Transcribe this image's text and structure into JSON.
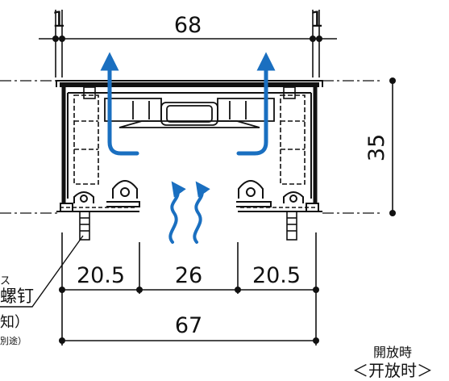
{
  "dimensions": {
    "top_left_gap": "1",
    "top_width": "68",
    "top_right_gap": "1",
    "height": "35",
    "seg_left": "20.5",
    "seg_middle": "26",
    "seg_right": "20.5",
    "bottom_width": "67"
  },
  "callout": {
    "line1": "ス",
    "line2": "螺钉",
    "line3": "知）",
    "line4": "別途）"
  },
  "caption": {
    "japanese": "開放時",
    "chinese": "＜开放时＞"
  },
  "colors": {
    "airflow": "#1a6fc0",
    "line": "#111111"
  },
  "icons": [
    "airflow-up-arrow-icon",
    "airflow-wave-icon"
  ]
}
